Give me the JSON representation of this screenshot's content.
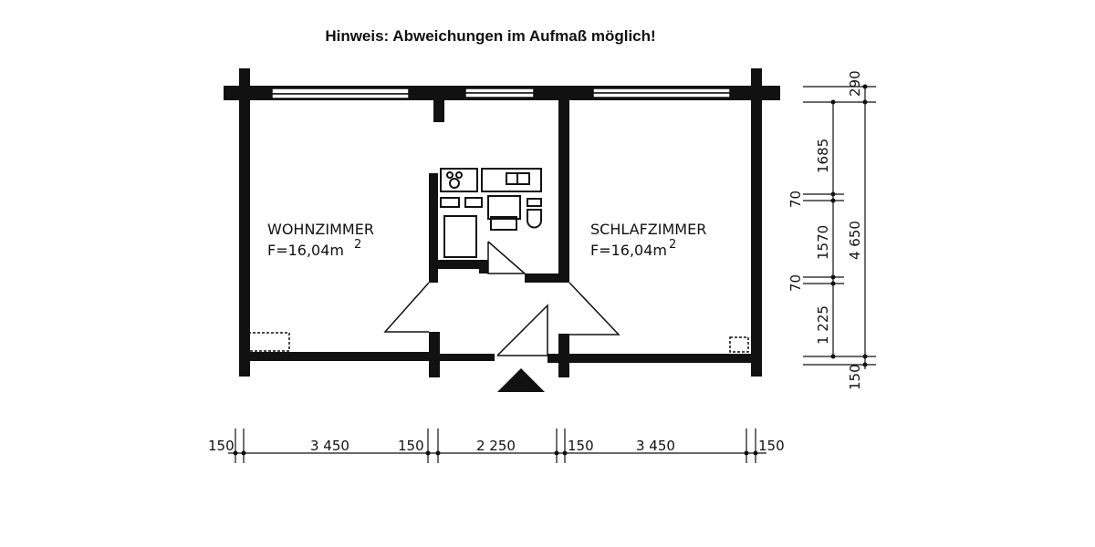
{
  "notice": "Hinweis: Abweichungen im Aufmaß möglich!",
  "rooms": [
    {
      "name": "WOHNZIMMER",
      "area": "F=16,04m",
      "area_exp": "2"
    },
    {
      "name": "SCHLAFZIMMER",
      "area": "F=16,04m",
      "area_exp": "2"
    }
  ],
  "dimensions": {
    "horizontal": [
      "150",
      "3 450",
      "150",
      "2 250",
      "150",
      "3 450",
      "150"
    ],
    "vertical_inner": [
      "1685",
      "70",
      "1570",
      "70",
      "1 225"
    ],
    "vertical_outer": [
      "290",
      "4 650",
      "150"
    ]
  },
  "colors": {
    "ink": "#111111",
    "paper": "#ffffff"
  }
}
